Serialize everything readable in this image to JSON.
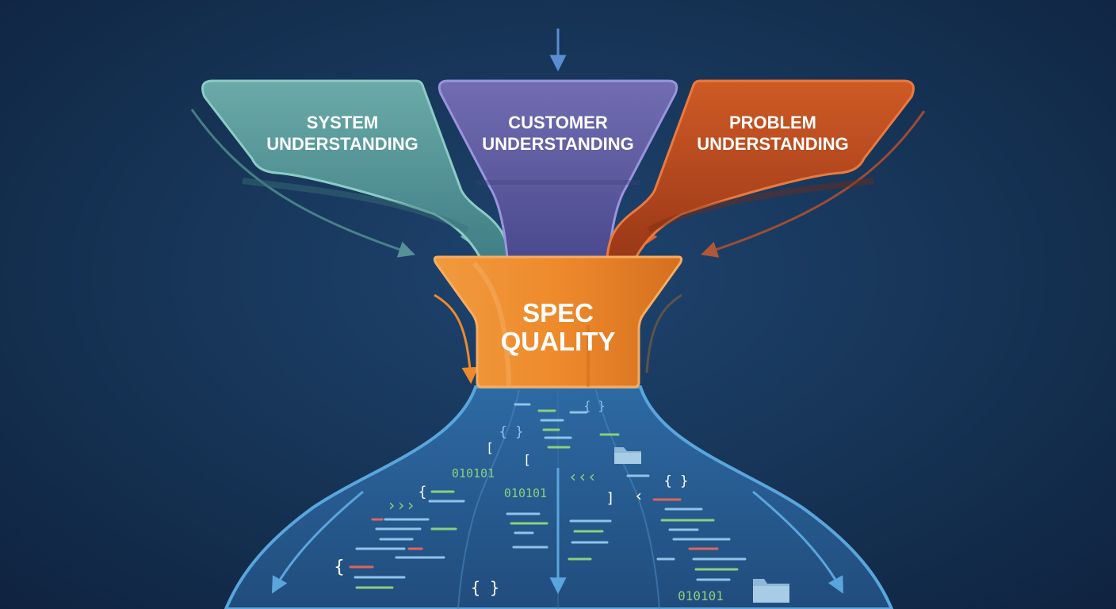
{
  "inputs": [
    {
      "line1": "SYSTEM",
      "line2": "UNDERSTANDING",
      "color": "#5f9ea0"
    },
    {
      "line1": "CUSTOMER",
      "line2": "UNDERSTANDING",
      "color": "#6a63a8"
    },
    {
      "line1": "PROBLEM",
      "line2": "UNDERSTANDING",
      "color": "#c24a1e"
    }
  ],
  "output": {
    "line1": "SPEC",
    "line2": "QUALITY",
    "color": "#ea8025"
  },
  "stream_tokens": {
    "binary": "010101",
    "braces": "{ }",
    "open_brace": "{",
    "open_bracket": "[",
    "close_bracket": "]",
    "chevrons_right": "›››",
    "chevrons_left": "‹‹‹",
    "angle_left": "‹"
  },
  "colors": {
    "background": "#173659",
    "stream": "#2a5f96",
    "stream_edge": "#5aa6dc",
    "code_green": "#8ccf7e",
    "code_blue": "#8fc4ea",
    "code_red": "#e0645a"
  }
}
